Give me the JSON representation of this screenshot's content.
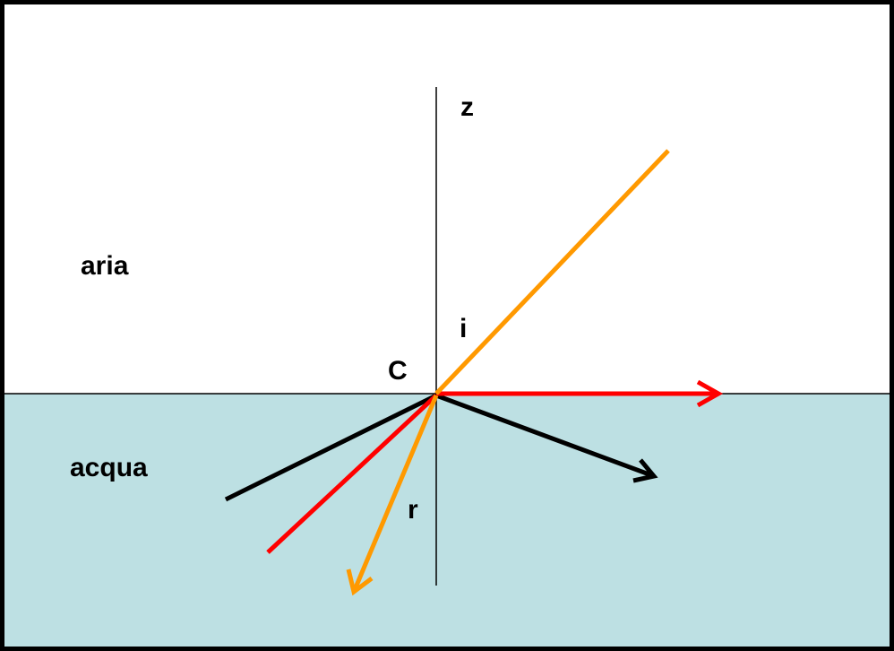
{
  "labels": {
    "axis": "z",
    "medium_top": "aria",
    "medium_bottom": "acqua",
    "point": "C",
    "incidence_angle": "i",
    "refraction_angle": "r"
  },
  "colors": {
    "water": "#bde0e3",
    "frame": "#000000",
    "incident_ray": "#ff9900",
    "critical_ray": "#ff0000",
    "other_ray": "#000000",
    "axis": "#000000"
  }
}
